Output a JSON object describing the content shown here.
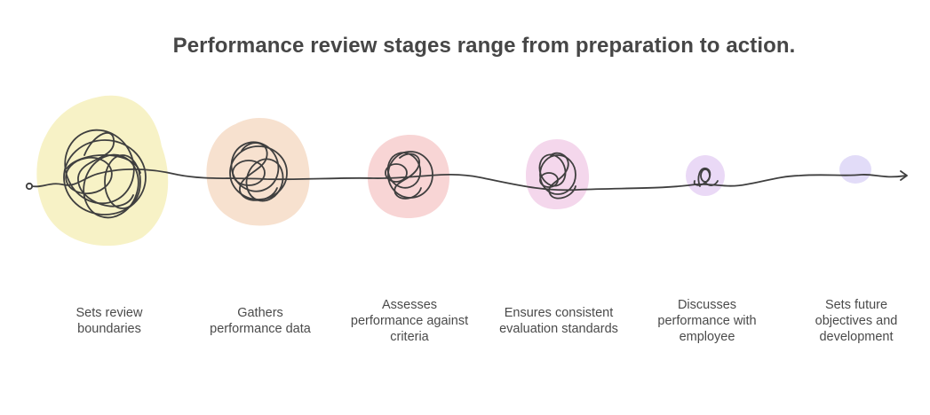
{
  "title": "Performance review stages range from preparation to action.",
  "colors": {
    "title": "#464646",
    "line": "#3f3f3f",
    "caption": "#4a4a4a"
  },
  "stages": [
    {
      "lines": [
        "Sets review",
        "boundaries"
      ],
      "color": "#f7f2c6"
    },
    {
      "lines": [
        "Gathers",
        "performance data"
      ],
      "color": "#f7e1cf"
    },
    {
      "lines": [
        "Assesses",
        "performance against",
        "criteria"
      ],
      "color": "#f8d5d5"
    },
    {
      "lines": [
        "Ensures consistent",
        "evaluation standards"
      ],
      "color": "#f4d7ec"
    },
    {
      "lines": [
        "Discusses",
        "performance with",
        "employee"
      ],
      "color": "#ead9f6"
    },
    {
      "lines": [
        "Sets future",
        "objectives and",
        "development"
      ],
      "color": "#e2dcf8"
    }
  ]
}
